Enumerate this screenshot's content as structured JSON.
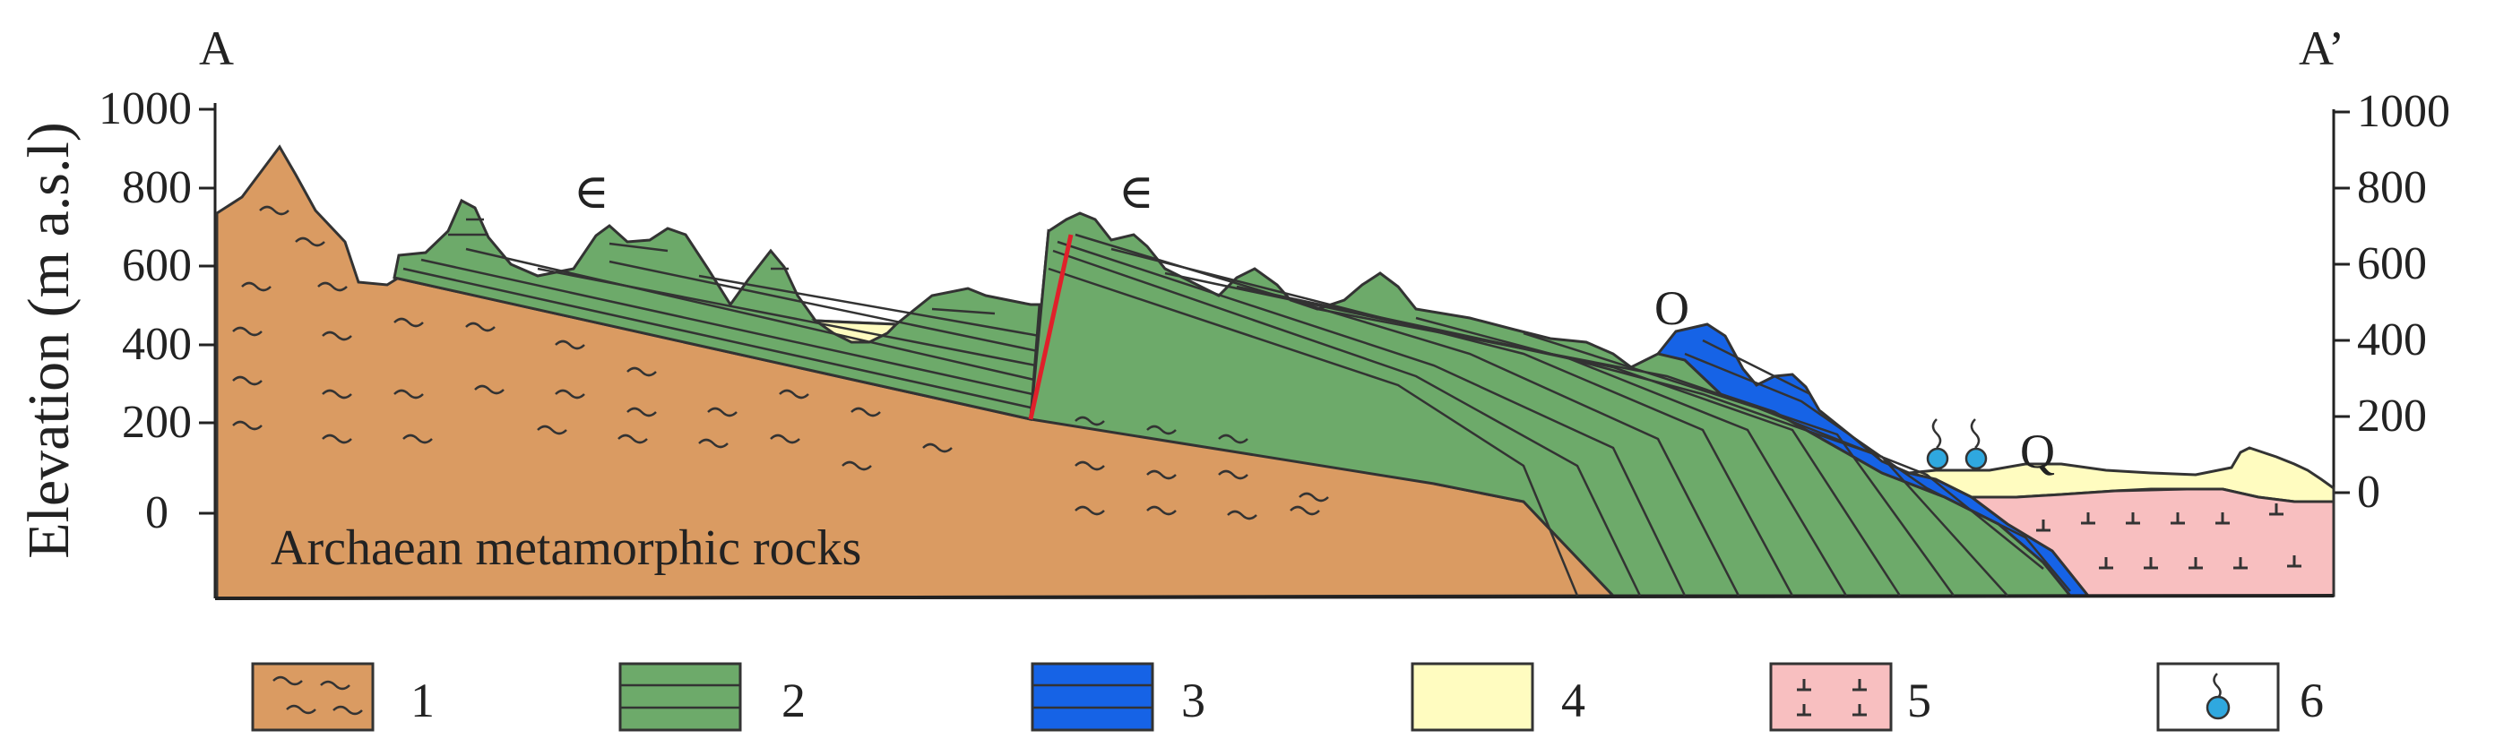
{
  "section": {
    "start_label": "A",
    "end_label": "A’",
    "y_axis_title": "Elevation (m a.s.l)",
    "left_ticks": [
      "1000",
      "800",
      "600",
      "400",
      "200",
      "0"
    ],
    "right_ticks": [
      "1000",
      "800",
      "600",
      "400",
      "200",
      "0"
    ],
    "labels": {
      "cambrian_1": "∈",
      "cambrian_2": "∈",
      "ordovician": "O",
      "quaternary": "Q",
      "basement": "Archaean metamorphic rocks"
    }
  },
  "legend": [
    {
      "number": "1",
      "fill": "#DA9B62"
    },
    {
      "number": "2",
      "fill": "#6DAA6A"
    },
    {
      "number": "3",
      "fill": "#1663E6"
    },
    {
      "number": "4",
      "fill": "#FFFCC0"
    },
    {
      "number": "5",
      "fill": "#F8BFC0"
    },
    {
      "number": "6",
      "fill": "#FFFFFF"
    }
  ],
  "colors": {
    "archaean": "#DA9B62",
    "cambrian": "#6DAA6A",
    "ordovician": "#1663E6",
    "quaternary": "#FFFCC0",
    "intrusive": "#F8BFC0",
    "spring": "#2FA8DF",
    "fault": "#E0202A"
  }
}
